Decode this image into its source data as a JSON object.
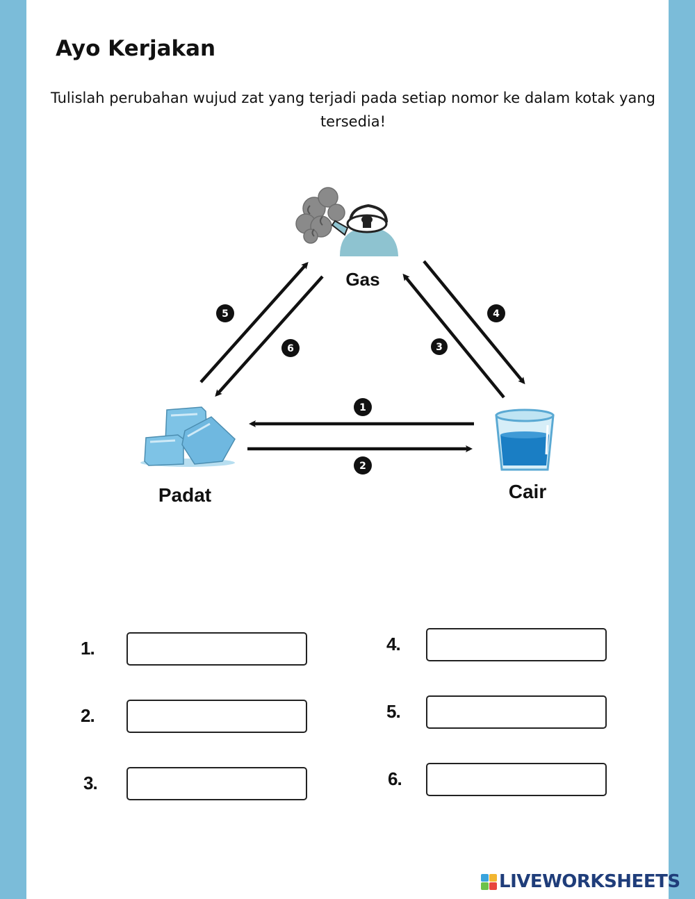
{
  "page": {
    "title": "Ayo Kerjakan",
    "instruction": "Tulislah perubahan wujud zat yang terjadi pada setiap nomor ke dalam kotak yang tersedia!"
  },
  "diagram": {
    "states": {
      "gas": "Gas",
      "solid": "Padat",
      "liquid": "Cair"
    },
    "arrow_numbers": [
      "1",
      "2",
      "3",
      "4",
      "5",
      "6"
    ]
  },
  "answers": {
    "labels": [
      "1.",
      "2.",
      "3.",
      "4.",
      "5.",
      "6."
    ],
    "values": [
      "",
      "",
      "",
      "",
      "",
      ""
    ]
  },
  "colors": {
    "side_bar": "#7bbcd9",
    "kettle": "#8ec3d0",
    "steam": "#8a8a8a",
    "ice": "#7ec3e6",
    "water": "#1a7ec4",
    "glass": "#9fd6ea"
  },
  "footer": {
    "brand": "LIVEWORKSHEETS"
  }
}
